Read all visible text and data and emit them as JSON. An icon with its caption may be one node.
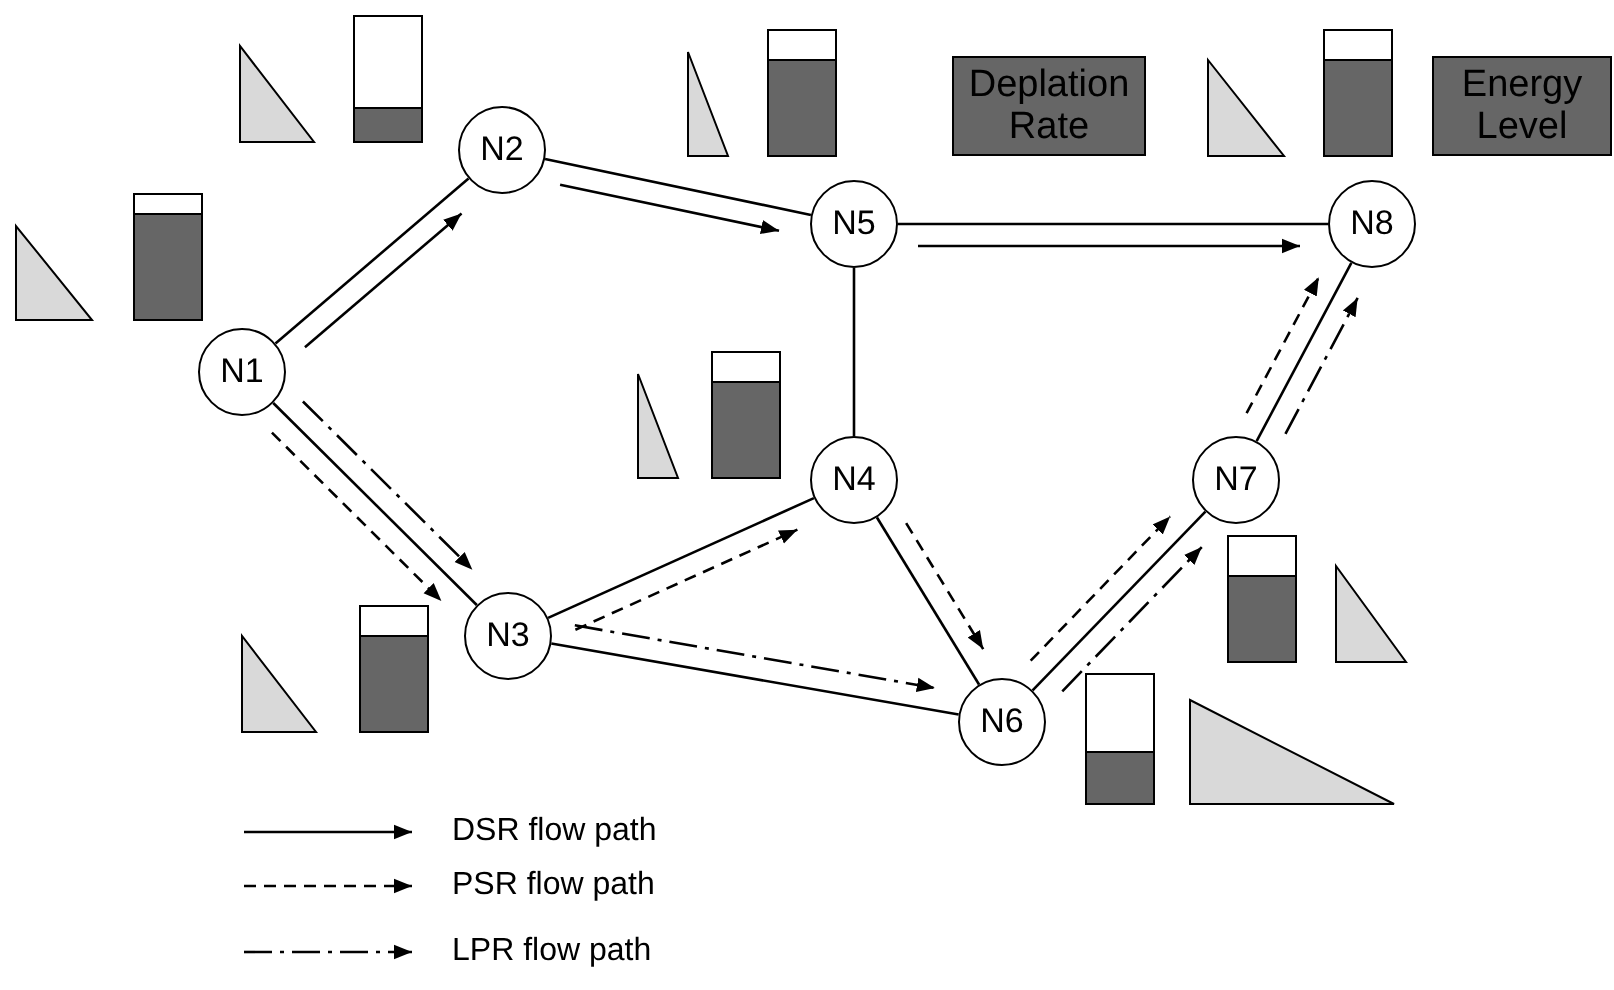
{
  "diagram": {
    "nodes": [
      {
        "text": [
          "N1"
        ]
      },
      {
        "text": [
          "N2"
        ]
      },
      {
        "text": [
          "N3"
        ]
      },
      {
        "text": [
          "N4"
        ]
      },
      {
        "text": [
          "N5"
        ]
      },
      {
        "text": [
          "N6"
        ]
      },
      {
        "text": [
          "N7"
        ]
      },
      {
        "text": [
          "N8"
        ]
      },
      {
        "text": [
          "Deplation Rate"
        ]
      },
      {
        "text": [
          "Energy Level"
        ]
      }
    ],
    "edges": [
      {
        "from": 0,
        "to": 1,
        "arrow": "none"
      },
      {
        "from": 0,
        "to": 2,
        "arrow": "none"
      },
      {
        "from": 1,
        "to": 4,
        "arrow": "none"
      },
      {
        "from": 2,
        "to": 3,
        "arrow": "none"
      },
      {
        "from": 2,
        "to": 5,
        "arrow": "none"
      },
      {
        "from": 4,
        "to": 3,
        "arrow": "none"
      },
      {
        "from": 3,
        "to": 5,
        "arrow": "none"
      },
      {
        "from": 4,
        "to": 7,
        "arrow": "none"
      },
      {
        "from": 5,
        "to": 6,
        "arrow": "none"
      },
      {
        "from": 6,
        "to": 7,
        "arrow": "none"
      },
      {
        "from": 0,
        "to": 1,
        "arrow": "to"
      },
      {
        "from": 1,
        "to": 4,
        "arrow": "to"
      },
      {
        "from": 4,
        "to": 7,
        "arrow": "to"
      },
      {
        "from": 0,
        "to": 2,
        "arrow": "to",
        "style": "dashed"
      },
      {
        "from": 0,
        "to": 2,
        "arrow": "to",
        "style": "dashed"
      },
      {
        "from": 2,
        "to": 3,
        "arrow": "to",
        "style": "dashed"
      },
      {
        "from": 2,
        "to": 5,
        "arrow": "to",
        "style": "dashed"
      },
      {
        "from": 3,
        "to": 5,
        "arrow": "to",
        "style": "dashed"
      },
      {
        "from": 5,
        "to": 6,
        "arrow": "to",
        "style": "dashed"
      },
      {
        "from": 5,
        "to": 6,
        "arrow": "to",
        "style": "dashed"
      },
      {
        "from": 6,
        "to": 7,
        "arrow": "to",
        "style": "dashed"
      },
      {
        "from": 6,
        "to": 7,
        "arrow": "to",
        "style": "dashed"
      }
    ],
    "legend": [
      {
        "text": "DSR flow path"
      },
      {
        "text": "PSR flow path"
      },
      {
        "text": "LPR flow path"
      }
    ]
  }
}
